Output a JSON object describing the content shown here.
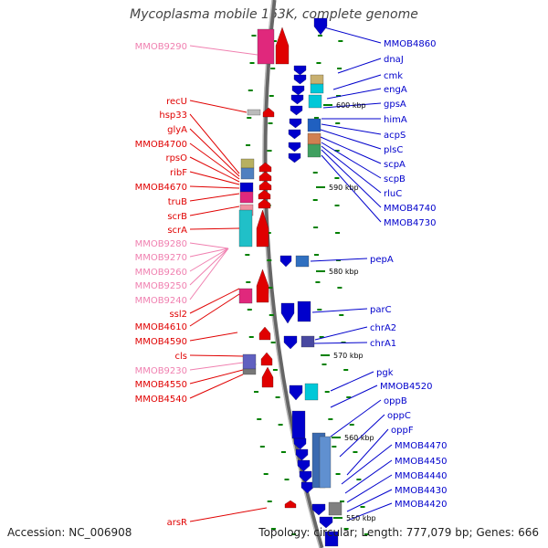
{
  "title": "Mycoplasma mobile 163K, complete genome",
  "footer": {
    "accession": "Accession: NC_006908",
    "topology": "Topology: circular; Length: 777,079 bp; Genes: 666"
  },
  "colors": {
    "forward_gene": "#e00000",
    "reverse_gene": "#0000cc",
    "pseudo_label": "#f080b0",
    "ticks": "#008000",
    "axis": "#888888"
  },
  "scale_ticks": [
    "600 kbp",
    "590 kbp",
    "580 kbp",
    "570 kbp",
    "560 kbp",
    "550 kbp"
  ],
  "left_labels": [
    {
      "text": "MMOB9290",
      "kind": "pseudo"
    },
    {
      "text": "recU",
      "kind": "forward"
    },
    {
      "text": "hsp33",
      "kind": "forward"
    },
    {
      "text": "glyA",
      "kind": "forward"
    },
    {
      "text": "MMOB4700",
      "kind": "forward"
    },
    {
      "text": "rpsO",
      "kind": "forward"
    },
    {
      "text": "ribF",
      "kind": "forward"
    },
    {
      "text": "MMOB4670",
      "kind": "forward"
    },
    {
      "text": "truB",
      "kind": "forward"
    },
    {
      "text": "scrB",
      "kind": "forward"
    },
    {
      "text": "scrA",
      "kind": "forward"
    },
    {
      "text": "MMOB9280",
      "kind": "pseudo"
    },
    {
      "text": "MMOB9270",
      "kind": "pseudo"
    },
    {
      "text": "MMOB9260",
      "kind": "pseudo"
    },
    {
      "text": "MMOB9250",
      "kind": "pseudo"
    },
    {
      "text": "MMOB9240",
      "kind": "pseudo"
    },
    {
      "text": "ssl2",
      "kind": "forward"
    },
    {
      "text": "MMOB4610",
      "kind": "forward"
    },
    {
      "text": "MMOB4590",
      "kind": "forward"
    },
    {
      "text": "cls",
      "kind": "forward"
    },
    {
      "text": "MMOB9230",
      "kind": "pseudo"
    },
    {
      "text": "MMOB4550",
      "kind": "forward"
    },
    {
      "text": "MMOB4540",
      "kind": "forward"
    },
    {
      "text": "arsR",
      "kind": "forward"
    }
  ],
  "right_labels": [
    "MMOB4860",
    "dnaJ",
    "cmk",
    "engA",
    "gpsA",
    "himA",
    "acpS",
    "plsC",
    "scpA",
    "scpB",
    "rluC",
    "MMOB4740",
    "MMOB4730",
    "pepA",
    "parC",
    "chrA2",
    "chrA1",
    "pgk",
    "MMOB4520",
    "oppB",
    "oppC",
    "oppF",
    "MMOB4470",
    "MMOB4450",
    "MMOB4440",
    "MMOB4430",
    "MMOB4420"
  ]
}
